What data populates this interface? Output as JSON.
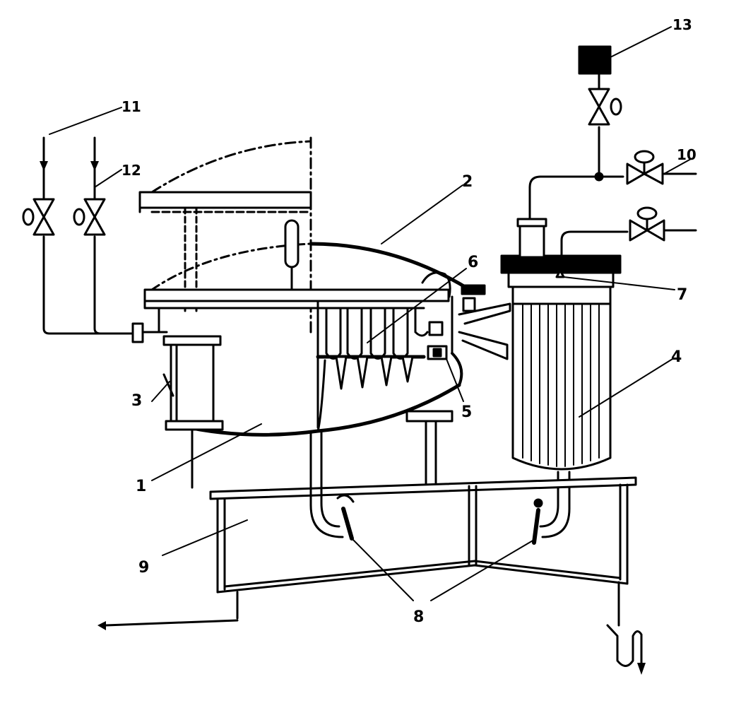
{
  "diagram": {
    "stroke_color": "#000000",
    "background": "#ffffff",
    "callouts": [
      "1",
      "2",
      "3",
      "4",
      "5",
      "6",
      "7",
      "8",
      "9",
      "10",
      "11",
      "12",
      "13"
    ]
  }
}
